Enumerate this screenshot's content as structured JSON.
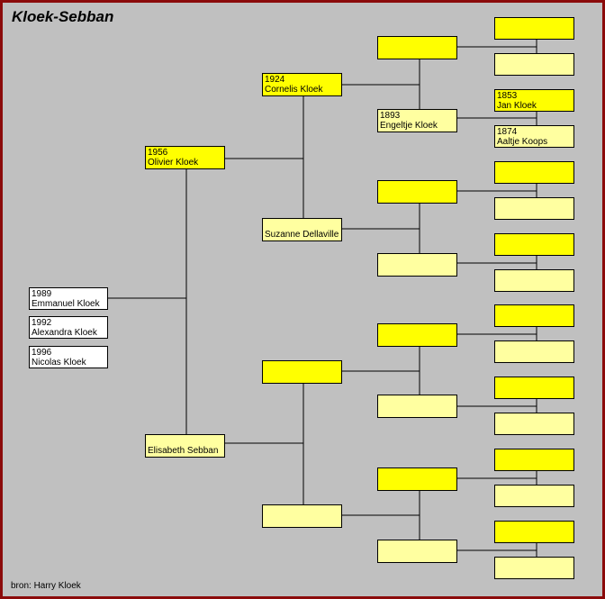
{
  "title": "Kloek-Sebban",
  "source": "bron: Harry Kloek",
  "colors": {
    "border": "#8b0a0a",
    "background": "#c0c0c0",
    "male": "#ffff00",
    "female": "#ffffa0",
    "child": "#ffffff"
  },
  "children": [
    {
      "year": "1989",
      "name": "Emmanuel Kloek"
    },
    {
      "year": "1992",
      "name": "Alexandra Kloek"
    },
    {
      "year": "1996",
      "name": "Nicolas Kloek"
    }
  ],
  "gen1": {
    "father": {
      "year": "1956",
      "name": "Olivier Kloek"
    },
    "mother": {
      "year": "",
      "name": "Elisabeth Sebban"
    }
  },
  "gen2": {
    "paternal_grandfather": {
      "year": "1924",
      "name": "Cornelis Kloek"
    },
    "paternal_grandmother": {
      "year": "",
      "name": "Suzanne Dellaville"
    },
    "maternal_grandfather": {
      "year": "",
      "name": ""
    },
    "maternal_grandmother": {
      "year": "",
      "name": ""
    }
  },
  "gen3": [
    {
      "year": "",
      "name": ""
    },
    {
      "year": "1893",
      "name": "Engeltje Kloek"
    },
    {
      "year": "",
      "name": ""
    },
    {
      "year": "",
      "name": ""
    },
    {
      "year": "",
      "name": ""
    },
    {
      "year": "",
      "name": ""
    },
    {
      "year": "",
      "name": ""
    },
    {
      "year": "",
      "name": ""
    }
  ],
  "gen4": [
    {
      "year": "",
      "name": ""
    },
    {
      "year": "",
      "name": ""
    },
    {
      "year": "1853",
      "name": "Jan Kloek"
    },
    {
      "year": "1874",
      "name": "Aaltje Koops"
    },
    {
      "year": "",
      "name": ""
    },
    {
      "year": "",
      "name": ""
    },
    {
      "year": "",
      "name": ""
    },
    {
      "year": "",
      "name": ""
    },
    {
      "year": "",
      "name": ""
    },
    {
      "year": "",
      "name": ""
    },
    {
      "year": "",
      "name": ""
    },
    {
      "year": "",
      "name": ""
    },
    {
      "year": "",
      "name": ""
    },
    {
      "year": "",
      "name": ""
    },
    {
      "year": "",
      "name": ""
    },
    {
      "year": "",
      "name": ""
    }
  ]
}
